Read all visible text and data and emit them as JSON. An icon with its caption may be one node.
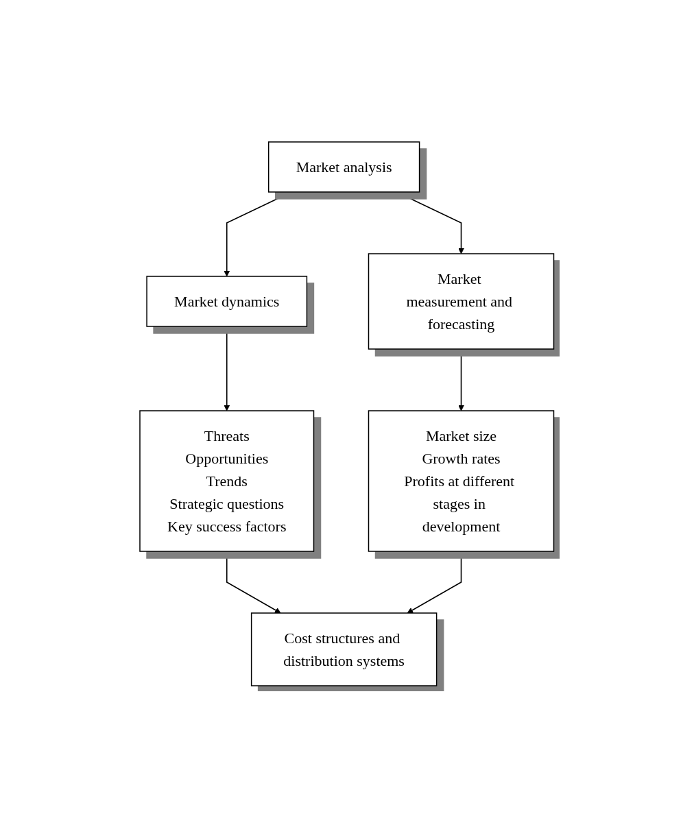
{
  "diagram": {
    "nodes": [
      {
        "text": [
          "Market analysis"
        ]
      },
      {
        "text": [
          "Market dynamics"
        ]
      },
      {
        "text": [
          "Market measurement and forecasting"
        ]
      },
      {
        "text": [
          "Threats",
          "Opportunities",
          "Trends",
          "Strategic questions",
          "Key success factors"
        ]
      },
      {
        "text": [
          "Market size",
          "Growth rates",
          "Profits at different stages in development"
        ]
      },
      {
        "text": [
          "Cost structures and distribution systems"
        ]
      }
    ],
    "edges": [
      {
        "from": 0,
        "to": 1,
        "arrow": "to"
      },
      {
        "from": 0,
        "to": 2,
        "arrow": "to"
      },
      {
        "from": 1,
        "to": 3,
        "arrow": "to"
      },
      {
        "from": 2,
        "to": 4,
        "arrow": "to"
      },
      {
        "from": 3,
        "to": 5,
        "arrow": "to"
      },
      {
        "from": 4,
        "to": 5,
        "arrow": "to"
      }
    ]
  }
}
